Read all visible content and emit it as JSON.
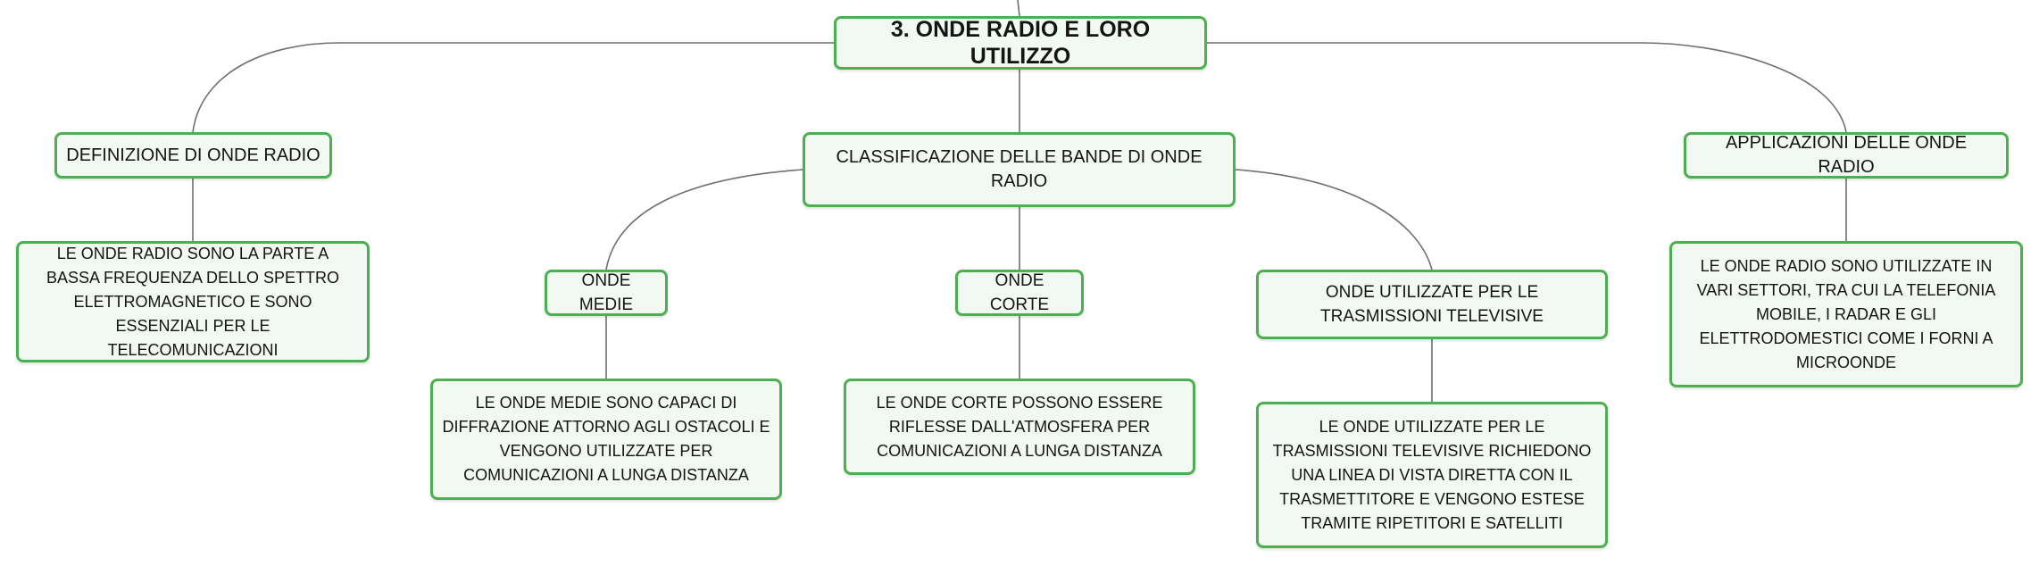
{
  "colors": {
    "node_border": "#4caf50",
    "node_fill": "#f2f8f2",
    "connector": "#6f6f6f",
    "text": "#141414"
  },
  "mindmap": {
    "root": "3. ONDE RADIO E LORO UTILIZZO",
    "definition": {
      "title": "DEFINIZIONE DI ONDE RADIO",
      "detail": "LE ONDE RADIO SONO LA PARTE A BASSA FREQUENZA DELLO SPETTRO ELETTROMAGNETICO E SONO ESSENZIALI PER LE TELECOMUNICAZIONI"
    },
    "classification": {
      "title": "CLASSIFICAZIONE DELLE BANDE DI ONDE RADIO",
      "medium_waves": {
        "title": "ONDE MEDIE",
        "detail": "LE ONDE MEDIE SONO CAPACI DI DIFFRAZIONE ATTORNO AGLI OSTACOLI E VENGONO UTILIZZATE PER COMUNICAZIONI A LUNGA DISTANZA"
      },
      "short_waves": {
        "title": "ONDE CORTE",
        "detail": "LE ONDE CORTE POSSONO ESSERE RIFLESSE DALL'ATMOSFERA PER COMUNICAZIONI A LUNGA DISTANZA"
      },
      "tv_waves": {
        "title": "ONDE UTILIZZATE PER LE TRASMISSIONI TELEVISIVE",
        "detail": "LE ONDE UTILIZZATE PER LE TRASMISSIONI TELEVISIVE RICHIEDONO UNA LINEA DI VISTA DIRETTA CON IL TRASMETTITORE E VENGONO ESTESE TRAMITE RIPETITORI E SATELLITI"
      }
    },
    "applications": {
      "title": "APPLICAZIONI DELLE ONDE RADIO",
      "detail": "LE ONDE RADIO SONO UTILIZZATE IN VARI SETTORI, TRA CUI LA TELEFONIA MOBILE, I RADAR E GLI ELETTRODOMESTICI COME I FORNI A MICROONDE"
    }
  }
}
